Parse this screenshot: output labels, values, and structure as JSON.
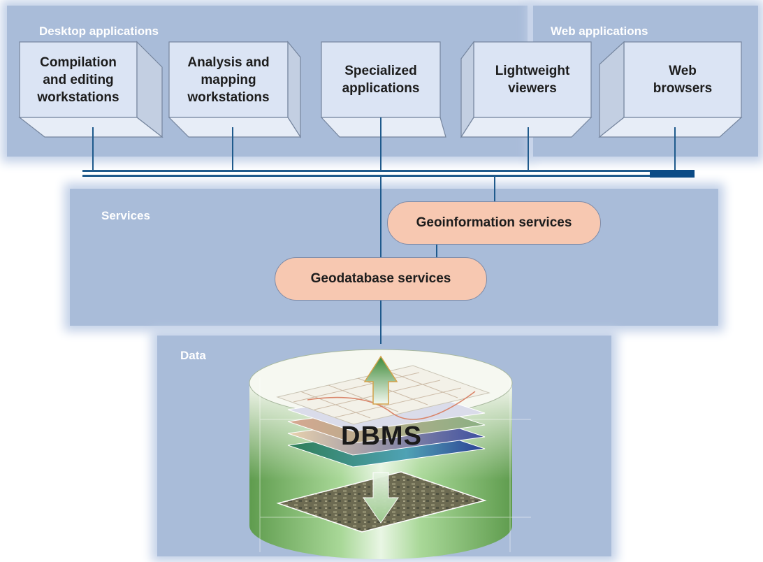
{
  "panels": {
    "desktop": "Desktop applications",
    "web": "Web applications",
    "services": "Services",
    "data": "Data"
  },
  "boxes": [
    {
      "label": "Compilation\nand editing\nworkstations"
    },
    {
      "label": "Analysis and\nmapping\nworkstations"
    },
    {
      "label": "Specialized\napplications"
    },
    {
      "label": "Lightweight\nviewers"
    },
    {
      "label": "Web\nbrowsers"
    }
  ],
  "services": {
    "geoinformation": "Geoinformation services",
    "geodatabase": "Geodatabase services"
  },
  "database": {
    "label": "DBMS"
  },
  "colors": {
    "panel": "#a9bcd9",
    "box_front": "#dbe4f4",
    "pill": "#f7c8b1",
    "connector": "#1f5a8c",
    "bus_dark": "#0b4a86"
  }
}
